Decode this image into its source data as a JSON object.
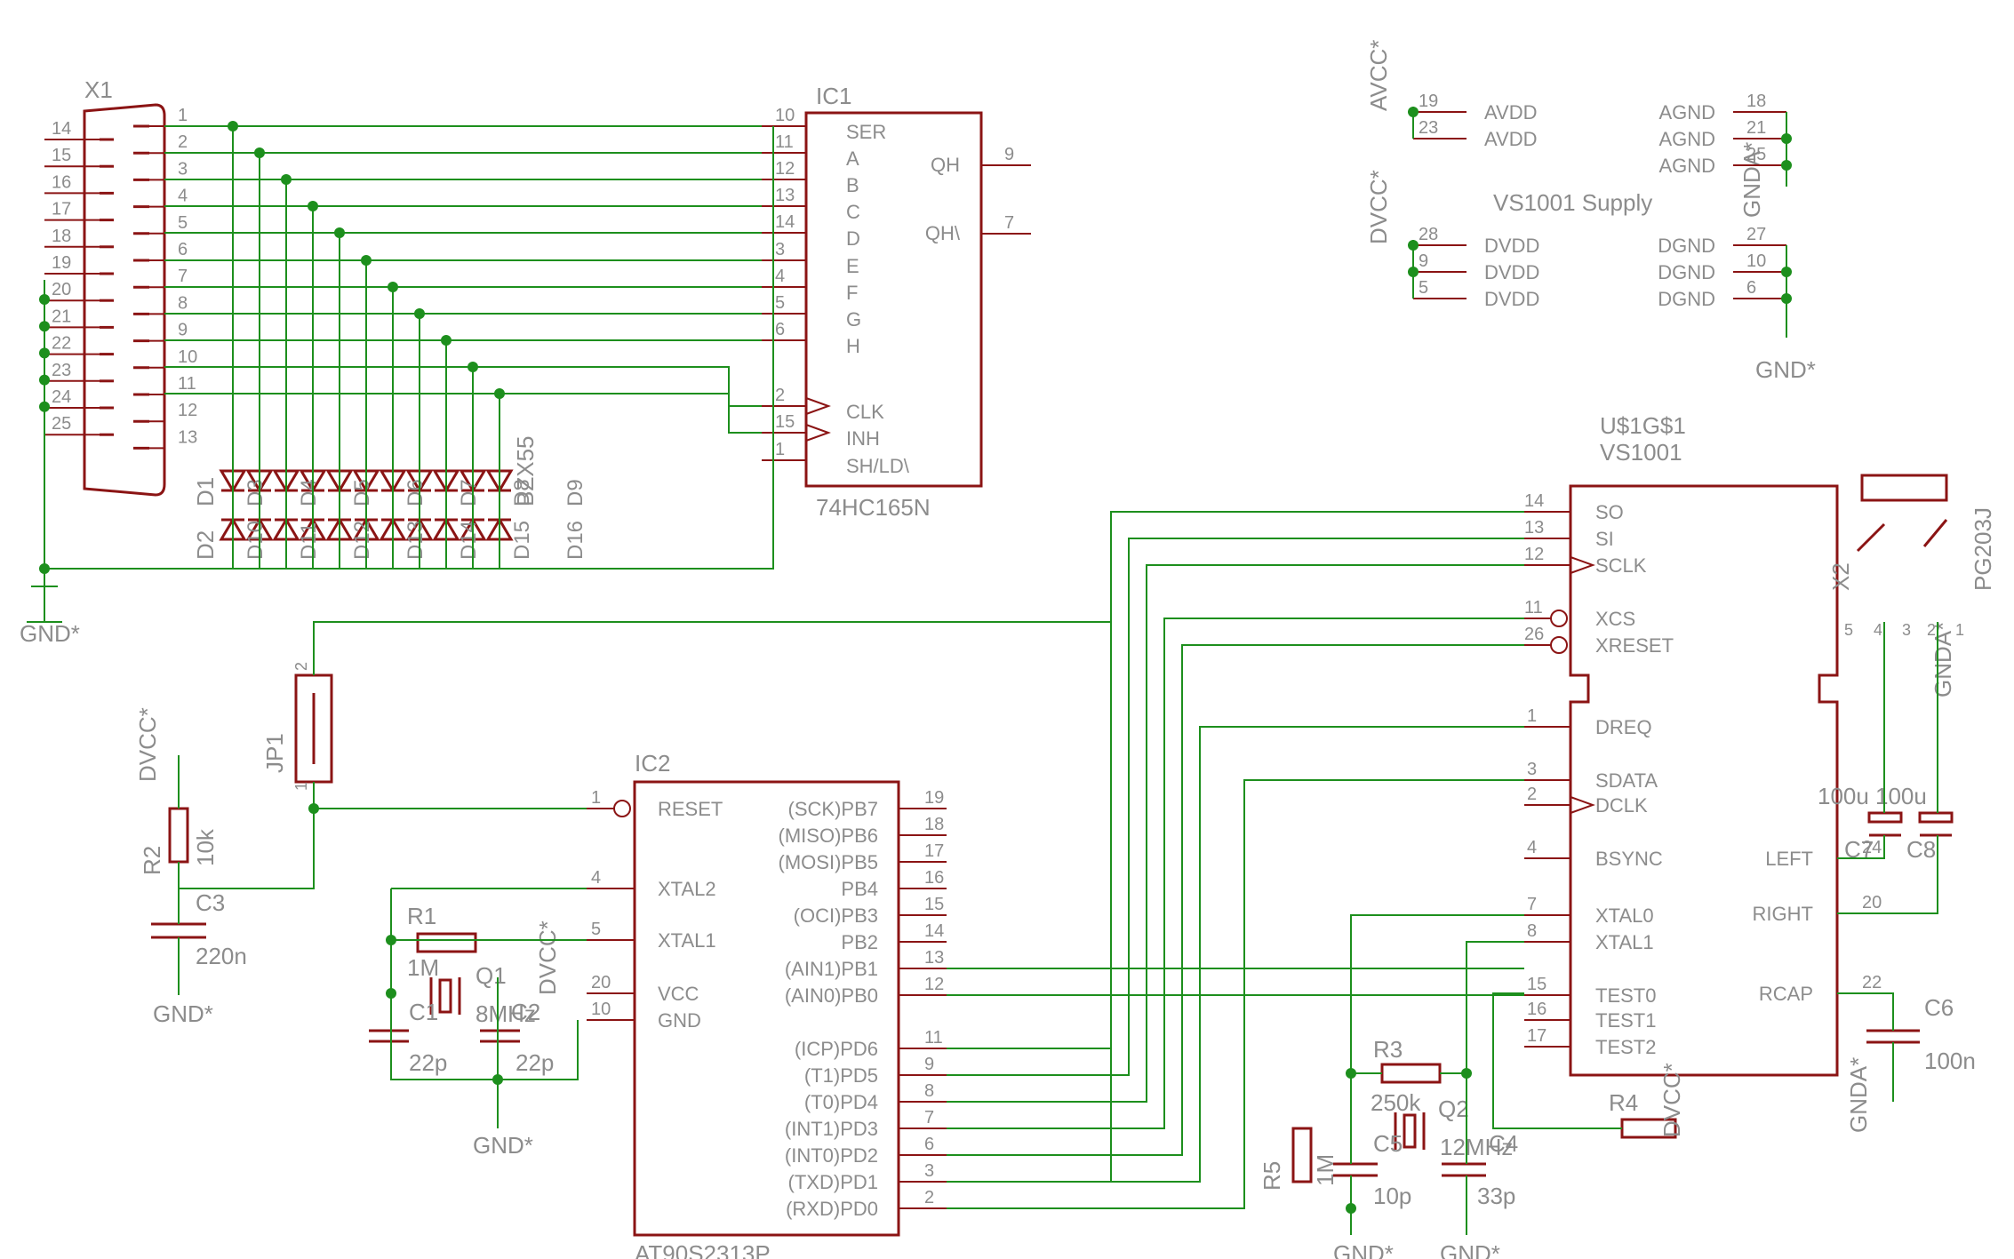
{
  "x1": {
    "name": "X1",
    "pins": [
      "1",
      "2",
      "3",
      "4",
      "5",
      "6",
      "7",
      "8",
      "9",
      "10",
      "11",
      "12",
      "13",
      "14",
      "15",
      "16",
      "17",
      "18",
      "19",
      "20",
      "21",
      "22",
      "23",
      "24",
      "25"
    ]
  },
  "ic1": {
    "name": "IC1",
    "value": "74HC165N",
    "left_pins": [
      {
        "num": "10",
        "label": "SER"
      },
      {
        "num": "11",
        "label": "A"
      },
      {
        "num": "12",
        "label": "B"
      },
      {
        "num": "13",
        "label": "C"
      },
      {
        "num": "14",
        "label": "D"
      },
      {
        "num": "3",
        "label": "E"
      },
      {
        "num": "4",
        "label": "F"
      },
      {
        "num": "5",
        "label": "G"
      },
      {
        "num": "6",
        "label": "H"
      },
      {
        "num": "2",
        "label": "CLK"
      },
      {
        "num": "15",
        "label": "INH"
      },
      {
        "num": "1",
        "label": "SH/LD\\"
      }
    ],
    "right_pins": [
      {
        "num": "9",
        "label": "QH"
      },
      {
        "num": "7",
        "label": "QH\\"
      }
    ]
  },
  "ic2": {
    "name": "IC2",
    "value": "AT90S2313P",
    "left_pins": [
      {
        "num": "1",
        "label": "RESET"
      },
      {
        "num": "4",
        "label": "XTAL2"
      },
      {
        "num": "5",
        "label": "XTAL1"
      },
      {
        "num": "20",
        "label": "VCC"
      },
      {
        "num": "10",
        "label": "GND"
      }
    ],
    "right_pins": [
      {
        "num": "19",
        "label": "(SCK)PB7"
      },
      {
        "num": "18",
        "label": "(MISO)PB6"
      },
      {
        "num": "17",
        "label": "(MOSI)PB5"
      },
      {
        "num": "16",
        "label": "PB4"
      },
      {
        "num": "15",
        "label": "(OCI)PB3"
      },
      {
        "num": "14",
        "label": "PB2"
      },
      {
        "num": "13",
        "label": "(AIN1)PB1"
      },
      {
        "num": "12",
        "label": "(AIN0)PB0"
      },
      {
        "num": "11",
        "label": "(ICP)PD6"
      },
      {
        "num": "9",
        "label": "(T1)PD5"
      },
      {
        "num": "8",
        "label": "(T0)PD4"
      },
      {
        "num": "7",
        "label": "(INT1)PD3"
      },
      {
        "num": "6",
        "label": "(INT0)PD2"
      },
      {
        "num": "3",
        "label": "(TXD)PD1"
      },
      {
        "num": "2",
        "label": "(RXD)PD0"
      }
    ]
  },
  "vs_upper": {
    "name": "U$1G$1",
    "value": "VS1001",
    "pins": [
      {
        "num": "14",
        "label": "SO"
      },
      {
        "num": "13",
        "label": "SI"
      },
      {
        "num": "12",
        "label": "SCLK"
      },
      {
        "num": "11",
        "label": "XCS"
      },
      {
        "num": "26",
        "label": "XRESET"
      }
    ]
  },
  "vs_lower": {
    "left_pins": [
      {
        "num": "1",
        "label": "DREQ"
      },
      {
        "num": "3",
        "label": "SDATA"
      },
      {
        "num": "2",
        "label": "DCLK"
      },
      {
        "num": "4",
        "label": "BSYNC"
      },
      {
        "num": "7",
        "label": "XTAL0"
      },
      {
        "num": "8",
        "label": "XTAL1"
      },
      {
        "num": "15",
        "label": "TEST0"
      },
      {
        "num": "16",
        "label": "TEST1"
      },
      {
        "num": "17",
        "label": "TEST2"
      }
    ],
    "right_pins": [
      {
        "num": "24",
        "label": "LEFT"
      },
      {
        "num": "20",
        "label": "RIGHT"
      },
      {
        "num": "22",
        "label": "RCAP"
      }
    ]
  },
  "supply": {
    "title": "VS1001 Supply",
    "avcc": "AVCC*",
    "dvcc": "DVCC*",
    "gnda": "GNDA*",
    "gnd": "GND*",
    "avdd": [
      {
        "num": "19",
        "label": "AVDD"
      },
      {
        "num": "23",
        "label": "AVDD"
      }
    ],
    "agnd": [
      {
        "num": "18",
        "label": "AGND"
      },
      {
        "num": "21",
        "label": "AGND"
      },
      {
        "num": "25",
        "label": "AGND"
      }
    ],
    "dvdd": [
      {
        "num": "28",
        "label": "DVDD"
      },
      {
        "num": "9",
        "label": "DVDD"
      },
      {
        "num": "5",
        "label": "DVDD"
      }
    ],
    "dgnd": [
      {
        "num": "27",
        "label": "DGND"
      },
      {
        "num": "10",
        "label": "DGND"
      },
      {
        "num": "6",
        "label": "DGND"
      }
    ]
  },
  "parts": {
    "r1": {
      "name": "R1",
      "value": "1M"
    },
    "r2": {
      "name": "R2",
      "value": "10k"
    },
    "r3": {
      "name": "R3",
      "value": "250k"
    },
    "r4": {
      "name": "R4"
    },
    "r5": {
      "name": "R5",
      "value": "1M"
    },
    "c1": {
      "name": "C1",
      "value": "22p"
    },
    "c2": {
      "name": "C2",
      "value": "22p"
    },
    "c3": {
      "name": "C3",
      "value": "220n"
    },
    "c4": {
      "name": "C4",
      "value": "33p"
    },
    "c5": {
      "name": "C5",
      "value": "10p"
    },
    "c6": {
      "name": "C6",
      "value": "100n"
    },
    "c7": {
      "name": "C7",
      "value": "100u"
    },
    "c8": {
      "name": "C8",
      "value": "100u"
    },
    "q1": {
      "name": "Q1",
      "value": "8MHz"
    },
    "q2": {
      "name": "Q2",
      "value": "12MHz"
    },
    "jp1": {
      "name": "JP1",
      "pin_top": "2",
      "pin_bottom": "1"
    },
    "x2": {
      "name": "X2",
      "value": "PG203J",
      "pins": [
        "5",
        "4",
        "3",
        "2",
        "1"
      ]
    },
    "d1": {
      "name": "D1",
      "value": "BZX55"
    },
    "d2": {
      "name": "D2"
    },
    "diode_labels": [
      "D3",
      "D4",
      "D5",
      "D6",
      "D7",
      "D8",
      "D9",
      "D10",
      "D11",
      "D12",
      "D13",
      "D14",
      "D15",
      "D16"
    ]
  },
  "labels": {
    "gnd": "GND*",
    "dvcc": "DVCC*",
    "gnda": "GNDA*"
  }
}
